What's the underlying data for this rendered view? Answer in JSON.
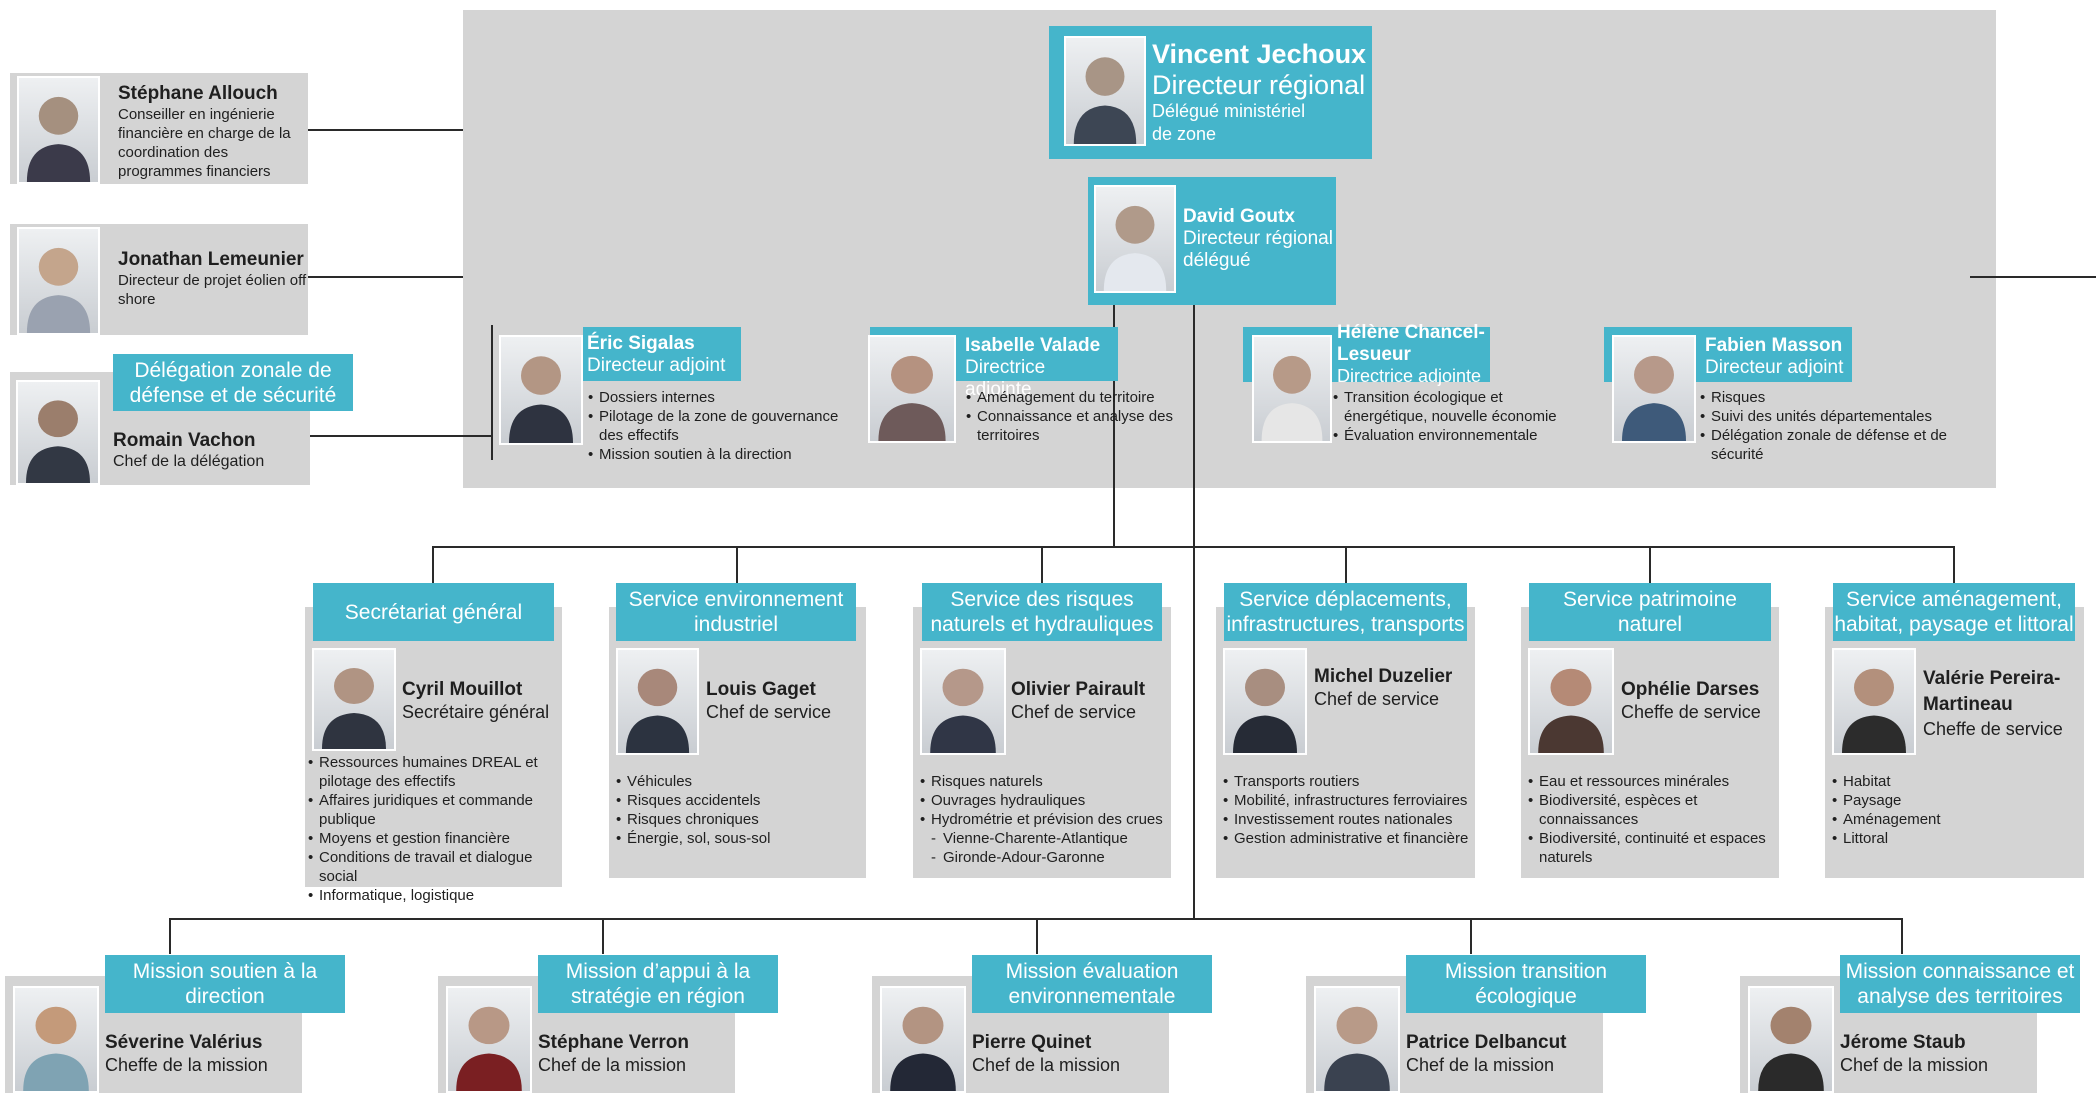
{
  "director": {
    "name": "Vincent Jechoux",
    "title": "Directeur régional",
    "subtitle": "Délégué ministériel de zone"
  },
  "deputy": {
    "name": "David Goutx",
    "title": "Directeur régional délégué"
  },
  "advisors": [
    {
      "name": "Stéphane Allouch",
      "role": "Conseiller en ingénierie financière en charge de la coordination des programmes financiers"
    },
    {
      "name": "Jonathan Lemeunier",
      "role": "Directeur de projet éolien off shore"
    }
  ],
  "delegation": {
    "title": "Délégation zonale de défense et de sécurité",
    "name": "Romain Vachon",
    "role": "Chef de la délégation"
  },
  "adjoints": [
    {
      "name": "Éric Sigalas",
      "role": "Directeur adjoint",
      "items": [
        "Dossiers internes",
        "Pilotage de la zone de gouvernance des effectifs",
        "Mission soutien à la direction"
      ]
    },
    {
      "name": "Isabelle Valade",
      "role": "Directrice adjointe",
      "items": [
        "Aménagement du territoire",
        "Connaissance et analyse des territoires"
      ]
    },
    {
      "name": "Hélène Chancel-Lesueur",
      "role": "Directrice adjointe",
      "items": [
        "Transition écologique et énergétique, nouvelle économie",
        "Évaluation environnementale"
      ]
    },
    {
      "name": "Fabien Masson",
      "role": "Directeur adjoint",
      "items": [
        "Risques",
        "Suivi des unités départementales",
        "Délégation zonale de défense et de sécurité"
      ]
    }
  ],
  "services": [
    {
      "title": "Secrétariat général",
      "name": "Cyril Mouillot",
      "role": "Secrétaire général",
      "items": [
        "Ressources humaines DREAL et pilotage des effectifs",
        "Affaires juridiques et commande publique",
        "Moyens et gestion financière",
        "Conditions de travail et dialogue social",
        "Informatique, logistique"
      ]
    },
    {
      "title": "Service environnement industriel",
      "name": "Louis Gaget",
      "role": "Chef de service",
      "items": [
        "Véhicules",
        "Risques accidentels",
        "Risques chroniques",
        "Énergie, sol, sous-sol"
      ]
    },
    {
      "title": "Service des risques naturels et hydrauliques",
      "name": "Olivier Pairault",
      "role": "Chef de service",
      "items": [
        "Risques naturels",
        "Ouvrages hydrauliques",
        "Hydrométrie et prévision des crues"
      ],
      "subitems": [
        "Vienne-Charente-Atlantique",
        "Gironde-Adour-Garonne"
      ]
    },
    {
      "title": "Service déplacements, infrastructures, transports",
      "name": "Michel Duzelier",
      "role": "Chef de service",
      "items": [
        "Transports routiers",
        "Mobilité, infrastructures ferroviaires",
        "Investissement routes nationales",
        "Gestion administrative et financière"
      ]
    },
    {
      "title": "Service patrimoine naturel",
      "name": "Ophélie Darses",
      "role": "Cheffe de service",
      "items": [
        "Eau et ressources minérales",
        "Biodiversité, espèces et connaissances",
        "Biodiversité, continuité et espaces naturels"
      ]
    },
    {
      "title": "Service aménagement, habitat, paysage et littoral",
      "name": "Valérie Pereira-Martineau",
      "role": "Cheffe de service",
      "items": [
        "Habitat",
        "Paysage",
        "Aménagement",
        "Littoral"
      ]
    }
  ],
  "missions": [
    {
      "title": "Mission soutien à la direction",
      "name": "Séverine Valérius",
      "role": "Cheffe de la mission"
    },
    {
      "title": "Mission d’appui à la stratégie en région",
      "name": "Stéphane Verron",
      "role": "Chef de la mission"
    },
    {
      "title": "Mission évaluation environnementale",
      "name": "Pierre Quinet",
      "role": "Chef de la mission"
    },
    {
      "title": "Mission transition écologique",
      "name": "Patrice Delbancut",
      "role": "Chef de la mission"
    },
    {
      "title": "Mission connaissance et analyse des territoires",
      "name": "Jérome Staub",
      "role": "Chef de la mission"
    }
  ],
  "colors": {
    "accent": "#45b5cb",
    "panel": "#d4d4d4",
    "line": "#2a2a2a"
  },
  "icons": {
    "portrait": "person-photo-icon"
  }
}
